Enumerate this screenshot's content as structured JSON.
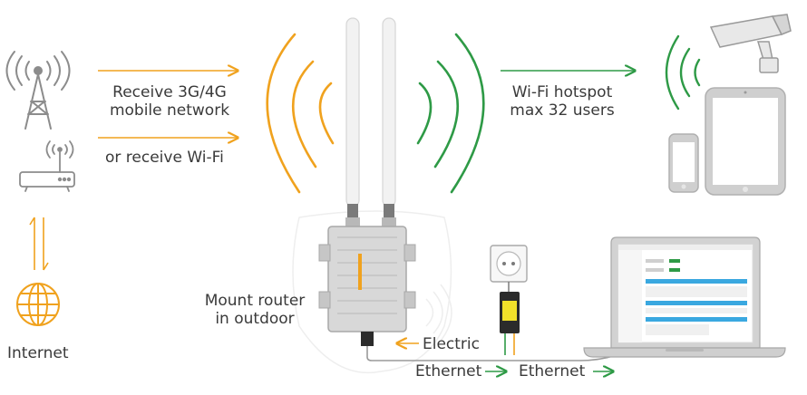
{
  "labels": {
    "receive_mobile_1": "Receive 3G/4G",
    "receive_mobile_2": "mobile network",
    "receive_wifi": "or receive Wi-Fi",
    "hotspot_1": "Wi-Fi hotspot",
    "hotspot_2": "max 32 users",
    "mount_1": "Mount router",
    "mount_2": "in outdoor",
    "internet": "Internet",
    "electric": "Electric",
    "ethernet_1": "Ethernet",
    "ethernet_2": "Ethernet"
  },
  "colors": {
    "orange": "#f0a21e",
    "green": "#2e9a46",
    "icon_gray": "#8c8c8c",
    "text": "#3a3a3a",
    "device_gray": "#b5b5b5",
    "poe_yellow": "#f2e12a"
  },
  "icons": [
    "cell-tower-icon",
    "wifi-router-icon",
    "globe-icon",
    "security-camera-icon",
    "tablet-icon",
    "smartphone-icon",
    "laptop-icon",
    "power-socket-icon",
    "poe-injector-icon",
    "outdoor-router-icon"
  ]
}
